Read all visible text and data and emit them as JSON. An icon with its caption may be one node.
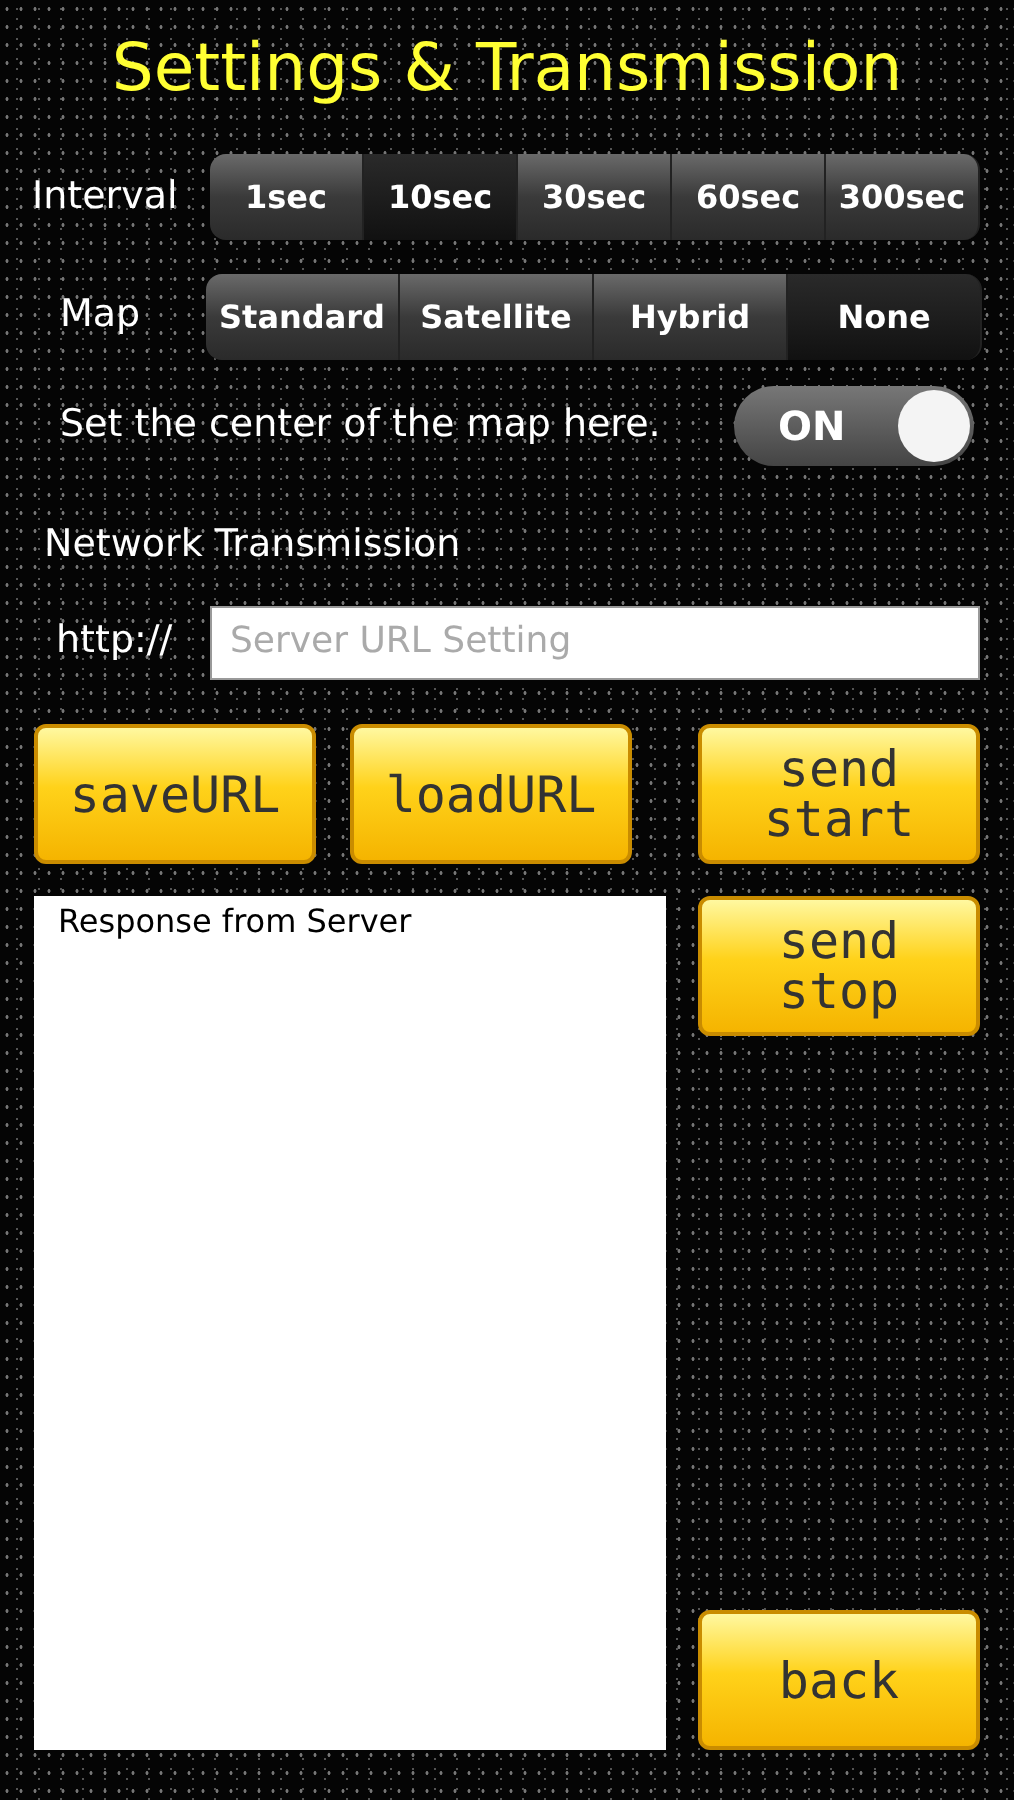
{
  "diagram": {
    "title": "Settings & Transmission",
    "nodes": [
      {
        "text": [
          "1sec"
        ]
      },
      {
        "text": [
          "10sec"
        ]
      },
      {
        "text": [
          "30sec"
        ]
      },
      {
        "text": [
          "60sec"
        ]
      },
      {
        "text": [
          "300sec"
        ]
      },
      {
        "text": [
          "Standard"
        ]
      },
      {
        "text": [
          "Satellite"
        ]
      },
      {
        "text": [
          "Hybrid"
        ]
      },
      {
        "text": [
          "None"
        ]
      },
      {
        "text": [
          "ON"
        ]
      },
      {
        "text": [
          "Server URL Setting"
        ]
      },
      {
        "text": [
          "saveURL"
        ]
      },
      {
        "text": [
          "loadURL"
        ]
      },
      {
        "text": [
          "send start"
        ]
      },
      {
        "text": [
          "send stop"
        ]
      },
      {
        "text": [
          "Response from Server"
        ]
      },
      {
        "text": [
          "back"
        ]
      }
    ],
    "labels": [
      "Interval",
      "Map",
      "Set the center of the map here.",
      "Network Transmission",
      "http://"
    ]
  }
}
